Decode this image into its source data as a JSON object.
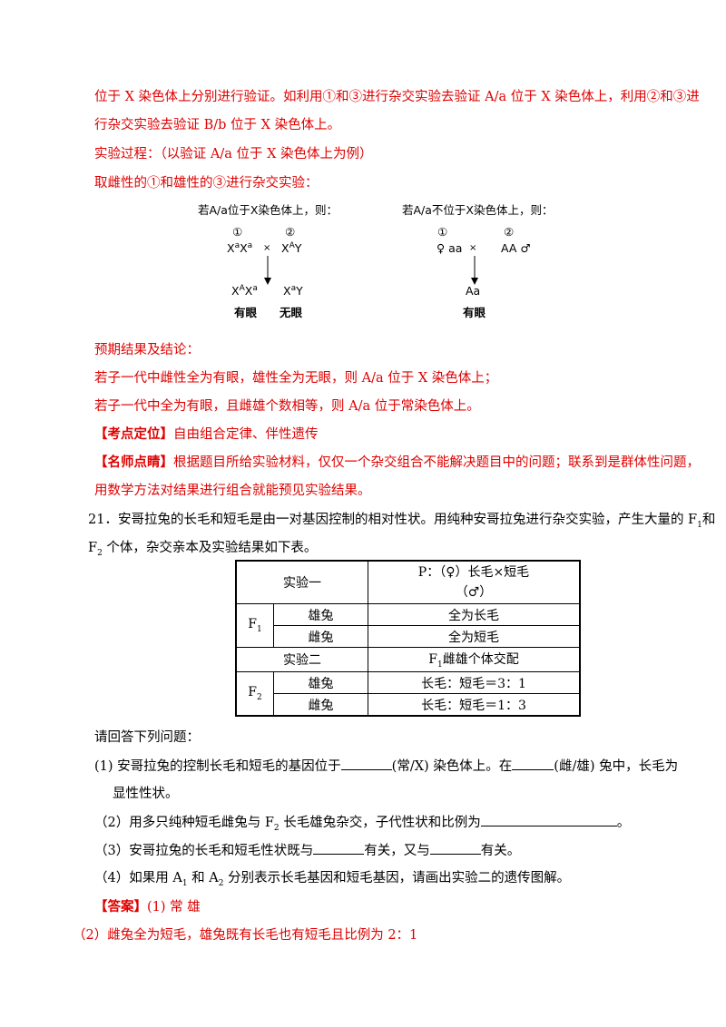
{
  "answer_part1": {
    "line1": "位于 X 染色体上分别进行验证。如利用①和③进行杂交实验去验证 A/a 位于 X 染色体上，利用②和③进",
    "line2": "行杂交实验去验证 B/b 位于 X 染色体上。",
    "line3": "实验过程：（以验证 A/a 位于 X 染色体上为例）",
    "line4": "取雌性的①和雄性的③进行杂交实验："
  },
  "diagram_left": {
    "heading": "若A/a位于X染色体上，则：",
    "p1_num": "①",
    "p2_num": "②",
    "p1_base": "X",
    "p1_sup1": "a",
    "p1_mid": "X",
    "p1_sup2": "a",
    "cross": "×",
    "p2_base": "X",
    "p2_sup": "A",
    "p2_tail": "Y",
    "c1_base": "X",
    "c1_sup1": "A",
    "c1_mid": "X",
    "c1_sup2": "a",
    "c2_base": "X",
    "c2_sup": "a",
    "c2_tail": "Y",
    "c1_label": "有眼",
    "c2_label": "无眼"
  },
  "diagram_right": {
    "heading": "若A/a不位于X染色体上，则：",
    "p1_num": "①",
    "p2_num": "②",
    "p1": "♀ aa",
    "cross": "×",
    "p2": "AA ♂",
    "child": "Aa",
    "child_label": "有眼"
  },
  "answer_part2": {
    "line1": "预期结果及结论：",
    "line2": "若子一代中雌性全为有眼，雄性全为无眼，则 A/a 位于 X 染色体上；",
    "line3": "若子一代中全为有眼，且雌雄个数相等，则 A/a 位于常染色体上。",
    "kaodian_label": "【考点定位】",
    "kaodian_text": "自由组合定律、伴性遗传",
    "mingshi_label": "【名师点睛】",
    "mingshi_text": "根据题目所给实验材料，仅仅一个杂交组合不能解决题目中的问题；联系到是群体性问题，",
    "mingshi_text2": "用数学方法对结果进行组合就能预见实验结果。"
  },
  "question21": {
    "line1_a": "21．安哥拉兔的长毛和短毛是由一对基因控制的相对性状。用纯种安哥拉兔进行杂交实验，产生大量的 F",
    "line1_sub": "1",
    "line1_b": "和",
    "line2_a": "F",
    "line2_sub": "2",
    "line2_b": " 个体，杂交亲本及实验结果如下表。"
  },
  "table": {
    "exp1": "实验一",
    "p_line1": "P：（♀）长毛×短毛",
    "p_line2": "（♂）",
    "f1_base": "F",
    "f1_sub": "1",
    "male": "雄兔",
    "female": "雌兔",
    "f1_male_result": "全为长毛",
    "f1_female_result": "全为短毛",
    "exp2": "实验二",
    "exp2_desc_base": "F",
    "exp2_desc_sub": "1",
    "exp2_desc_tail": "雌雄个体交配",
    "f2_base": "F",
    "f2_sub": "2",
    "f2_male_result": "长毛：短毛＝3：1",
    "f2_female_result": "长毛：短毛＝1：3"
  },
  "questions": {
    "intro": "请回答下列问题：",
    "q1_a": "(1) 安哥拉兔的控制长毛和短毛的基因位于",
    "q1_b": "(常/X) 染色体上。在",
    "q1_c": "(雌/雄) 兔中，长毛为",
    "q1_d": "显性性状。",
    "q2_a": "（2）用多只纯种短毛雌兔与 F",
    "q2_sub": "2",
    "q2_b": " 长毛雄兔杂交，子代性状和比例为",
    "q2_end": "。",
    "q3_a": "（3）安哥拉兔的长毛和短毛性状既与",
    "q3_b": "有关，又与",
    "q3_c": "有关。",
    "q4_a": "（4）如果用 A",
    "q4_sub1": "1",
    "q4_b": " 和 A",
    "q4_sub2": "2",
    "q4_c": " 分别表示长毛基因和短毛基因，请画出实验二的遗传图解。"
  },
  "answer": {
    "label": "【答案】",
    "a1": "(1) 常       雄",
    "a2": "（2）雌兔全为短毛，雄兔既有长毛也有短毛且比例为 2：1"
  },
  "colors": {
    "answer_red": "#e00000",
    "text": "#000000"
  }
}
